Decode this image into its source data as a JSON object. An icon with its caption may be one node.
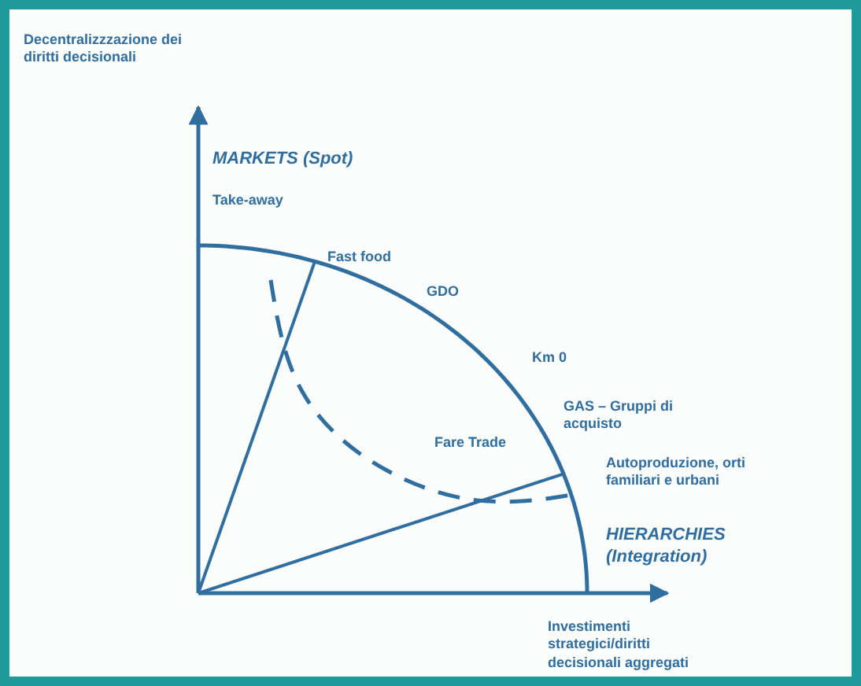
{
  "diagram": {
    "labels": [
      "Decentralizzzazione dei diritti decisionali",
      "MARKETS (Spot)",
      "Take-away",
      "Fast food",
      "GDO",
      "Km 0",
      "GAS – Gruppi di acquisto",
      "Fare Trade",
      "Autoproduzione, orti familiari e urbani",
      "HIERARCHIES (Integration)",
      "Investimenti strategici/diritti decisionali aggregati"
    ]
  }
}
